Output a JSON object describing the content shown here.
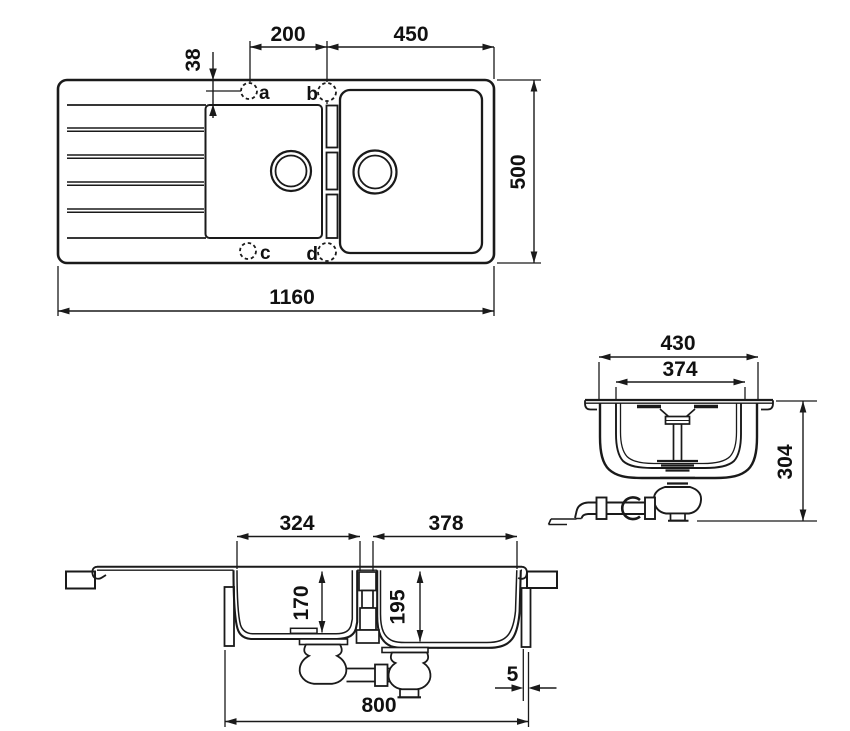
{
  "figure": {
    "kind": "sink-technical-drawing",
    "colors": {
      "ink": "#1a1a1a",
      "background": "#ffffff"
    },
    "plan_view": {
      "dims": {
        "hole_pitch": "200",
        "hole_to_edge": "450",
        "hole_inset": "38",
        "overall_length": "1160",
        "overall_width": "500"
      },
      "tap_holes": {
        "a": "a",
        "b": "b",
        "c": "c",
        "d": "d"
      }
    },
    "cross_section_view": {
      "dims": {
        "bowl_outer_width": "430",
        "bowl_inner_width": "374",
        "bowl_depth_overall": "304"
      }
    },
    "long_section_view": {
      "dims": {
        "left_bowl_width": "324",
        "right_bowl_width": "378",
        "left_bowl_depth": "170",
        "right_bowl_depth": "195",
        "cutout_length": "800",
        "edge_gap": "5"
      }
    }
  }
}
